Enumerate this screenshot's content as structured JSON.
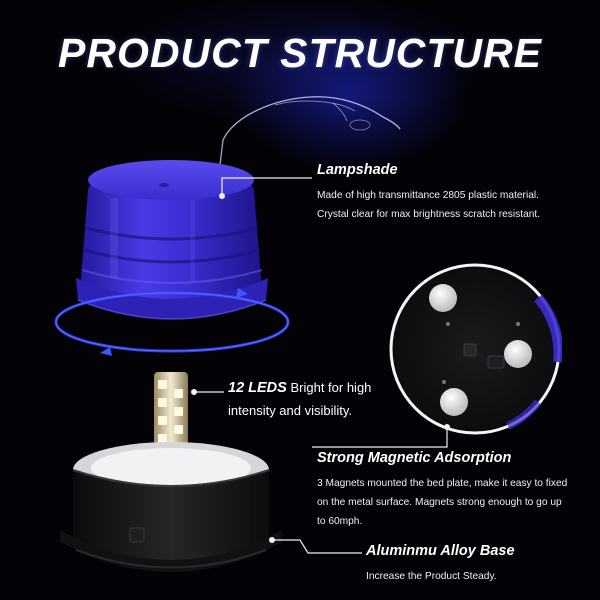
{
  "title": "PRODUCT STRUCTURE",
  "colors": {
    "background": "#020207",
    "lampshade_blue": "#3c2fd6",
    "accent_ring": "#3446ff",
    "text": "#ffffff"
  },
  "features": {
    "lampshade": {
      "title": "Lampshade",
      "desc": [
        "Made of high transmittance 2805 plastic material.",
        "Crystal clear for max brightness scratch resistant."
      ]
    },
    "leds": {
      "title": "12 LEDS",
      "desc_inline": "Bright for high",
      "desc_line2": "intensity and visibility."
    },
    "magnetic": {
      "title": "Strong Magnetic Adsorption",
      "desc": [
        "3 Magnets mounted the bed plate, make it easy to fixed",
        "on the metal surface. Magnets strong enough to go up",
        "to 60mph."
      ]
    },
    "base": {
      "title": "Aluminmu Alloy Base",
      "desc": [
        "Increase the Product Steady."
      ]
    }
  },
  "icons": {
    "car": "car-outline-icon",
    "rotation": "rotation-arrows-icon",
    "magnet": "magnet-icon"
  }
}
